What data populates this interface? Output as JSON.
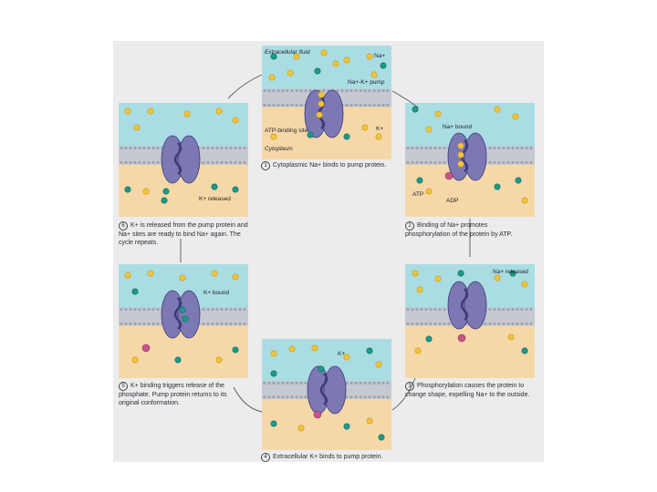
{
  "colors": {
    "fluid_top": "#a9dde3",
    "fluid_bottom": "#f6d8a8",
    "membrane": "#c6c9d2",
    "protein": "#7c78b4",
    "protein_dark": "#3e3a7a",
    "sodium": "#f2c43b",
    "potassium": "#1b9a8a",
    "phosphate": "#c7558a",
    "arrow": "#555555"
  },
  "labels": {
    "extracellular": "Extracellular fluid",
    "na_plus": "Na+",
    "pump": "Na+-K+ pump",
    "atp_site": "ATP-binding site",
    "k_plus": "K+",
    "cytoplasm": "Cytoplasm",
    "na_bound": "Na+ bound",
    "atp": "ATP",
    "adp": "ADP",
    "k_released": "K+ released",
    "na_released": "Na+ released",
    "k_bound": "K+ bound",
    "k_plus_4": "K+",
    "p": "P"
  },
  "steps": [
    {
      "number": "1",
      "text": "Cytoplasmic Na+ binds to pump protein."
    },
    {
      "number": "2",
      "text": "Binding of Na+ promotes phosphorylation of the protein by ATP."
    },
    {
      "number": "3",
      "text": "Phosphorylation causes the protein to change shape, expelling Na+ to the outside."
    },
    {
      "number": "4",
      "text": "Extracellular K+ binds to pump protein."
    },
    {
      "number": "5",
      "text": "K+ binding triggers release of the phosphate. Pump protein returns to its original conformation."
    },
    {
      "number": "6",
      "text": "K+ is released from the pump protein and Na+ sites are ready to bind Na+ again. The cycle repeats."
    }
  ]
}
